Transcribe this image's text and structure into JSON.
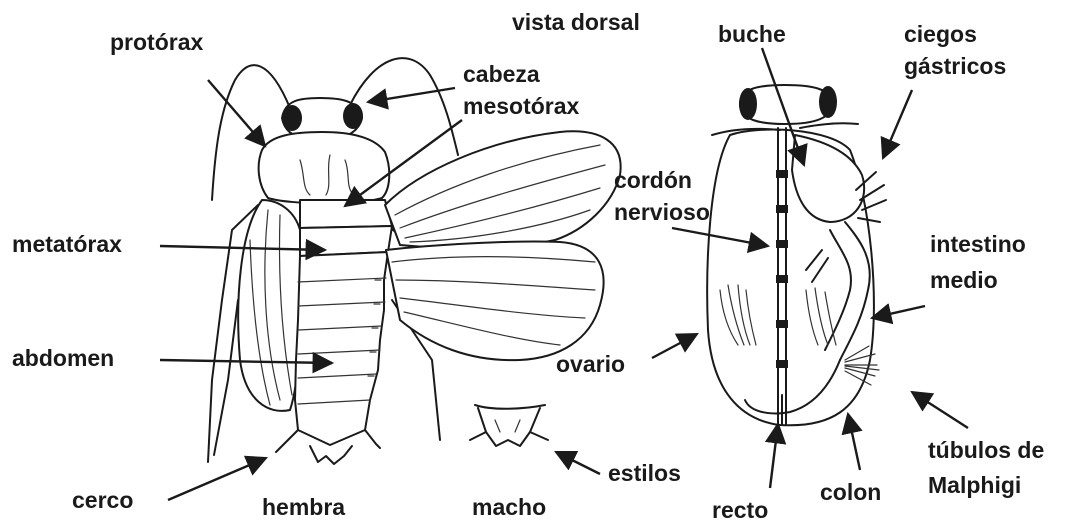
{
  "labels": {
    "vista_dorsal": "vista dorsal",
    "protorax": "protórax",
    "cabeza": "cabeza",
    "mesotorax": "mesotórax",
    "metatorax": "metatórax",
    "abdomen": "abdomen",
    "cerco": "cerco",
    "hembra": "hembra",
    "macho": "macho",
    "estilos": "estilos",
    "buche": "buche",
    "ciegos_1": "ciegos",
    "ciegos_2": "gástricos",
    "cordon_1": "cordón",
    "cordon_2": "nervioso",
    "intestino_1": "intestino",
    "intestino_2": "medio",
    "ovario": "ovario",
    "tubulos_1": "túbulos de",
    "tubulos_2": "Malphigi",
    "recto": "recto",
    "colon": "colon"
  },
  "colors": {
    "ink": "#1a1a1a",
    "background": "#ffffff"
  }
}
